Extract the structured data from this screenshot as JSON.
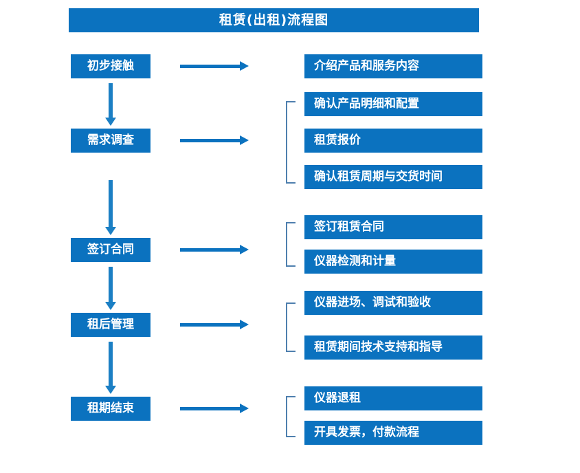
{
  "title": {
    "text": "租赁(出租)流程图"
  },
  "colors": {
    "primary_blue": "#0b72bf",
    "arrow_blue": "#1b7fc4",
    "bracket_blue": "#4e7fae",
    "text_white": "#ffffff",
    "background": "#ffffff"
  },
  "stages": [
    {
      "label": "初步接触"
    },
    {
      "label": "需求调查"
    },
    {
      "label": "签订合同"
    },
    {
      "label": "租后管理"
    },
    {
      "label": "租期结束"
    }
  ],
  "task_groups": [
    {
      "stage": "初步接触",
      "has_bracket": false,
      "tasks": [
        {
          "label": "介绍产品和服务内容"
        }
      ]
    },
    {
      "stage": "需求调查",
      "has_bracket": true,
      "tasks": [
        {
          "label": "确认产品明细和配置"
        },
        {
          "label": "租赁报价"
        },
        {
          "label": "确认租赁周期与交货时间"
        }
      ]
    },
    {
      "stage": "签订合同",
      "has_bracket": true,
      "tasks": [
        {
          "label": "签订租赁合同"
        },
        {
          "label": "仪器检测和计量"
        }
      ]
    },
    {
      "stage": "租后管理",
      "has_bracket": true,
      "tasks": [
        {
          "label": "仪器进场、调试和验收"
        },
        {
          "label": "租赁期间技术支持和指导"
        }
      ]
    },
    {
      "stage": "租期结束",
      "has_bracket": true,
      "tasks": [
        {
          "label": "仪器退租"
        },
        {
          "label": "开具发票，付款流程"
        }
      ]
    }
  ]
}
